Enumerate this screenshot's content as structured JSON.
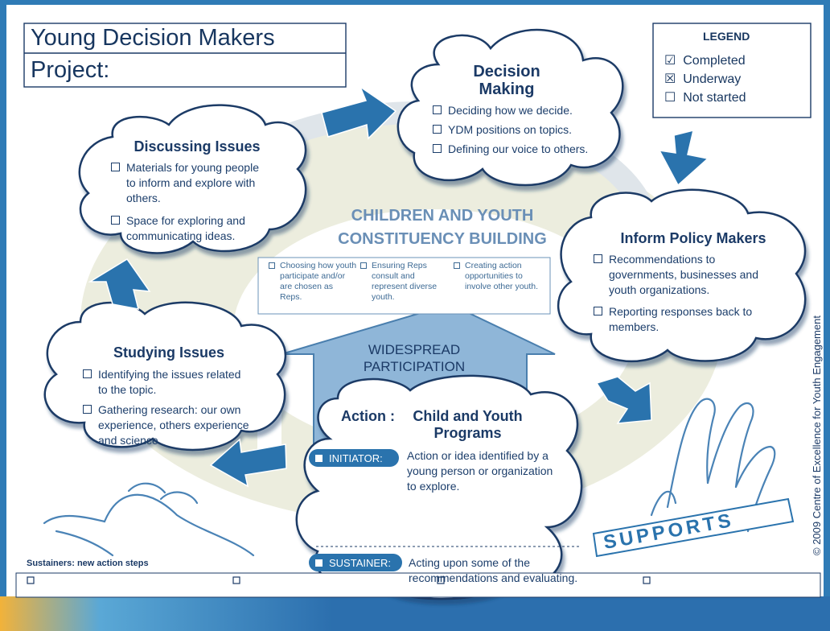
{
  "title": {
    "line1": "Young Decision Makers",
    "line2": "Project:"
  },
  "legend": {
    "heading": "LEGEND",
    "items": [
      {
        "symbol": "☑",
        "label": "Completed"
      },
      {
        "symbol": "☒",
        "label": "Underway"
      },
      {
        "symbol": "☐",
        "label": "Not started"
      }
    ]
  },
  "center": {
    "title_line1": "CHILDREN AND YOUTH",
    "title_line2": "CONSTITUENCY BUILDING",
    "columns": [
      "Choosing how youth participate and/or are chosen as Reps.",
      "Ensuring Reps consult and represent diverse youth.",
      "Creating action opportunities to involve other youth."
    ],
    "participation_line1": "WIDESPREAD",
    "participation_line2": "PARTICIPATION"
  },
  "clouds": {
    "decision_making": {
      "title_line1": "Decision",
      "title_line2": "Making",
      "items": [
        "Deciding how we decide.",
        "YDM positions on topics.",
        "Defining our voice to others."
      ]
    },
    "discussing_issues": {
      "title": "Discussing Issues",
      "item1": [
        "Materials for young people",
        "to inform and explore with",
        "others."
      ],
      "item2": [
        "Space for exploring and",
        "communicating ideas."
      ]
    },
    "inform_policy": {
      "title": "Inform Policy Makers",
      "item1": [
        "Recommendations to",
        "governments, businesses and",
        "youth organizations."
      ],
      "item2": [
        "Reporting responses back to",
        "members."
      ]
    },
    "studying_issues": {
      "title": "Studying Issues",
      "item1": [
        "Identifying the issues related",
        "to the topic."
      ],
      "item2": [
        "Gathering research: our own",
        "experience, others experience",
        "and science."
      ]
    },
    "action": {
      "title_prefix": "Action :",
      "title_line1": "Child and Youth",
      "title_line2": "Programs",
      "initiator_label": "INITIATOR:",
      "initiator_text": [
        "Action or idea identified by a",
        "young person or organization",
        "to explore."
      ],
      "sustainer_label": "SUSTAINER:",
      "sustainer_text": [
        "Acting upon some of the",
        "recommendations and evaluating."
      ]
    }
  },
  "supports": "SUPPORTS",
  "copyright": "© 2009 Centre of Excellence for Youth Engagement",
  "sustainers_label": "Sustainers: new action steps",
  "colors": {
    "primary_blue": "#2a73ad",
    "navy_text": "#1b3a66",
    "swirl": "#e9ead8",
    "frame": "#2f7bb6"
  }
}
